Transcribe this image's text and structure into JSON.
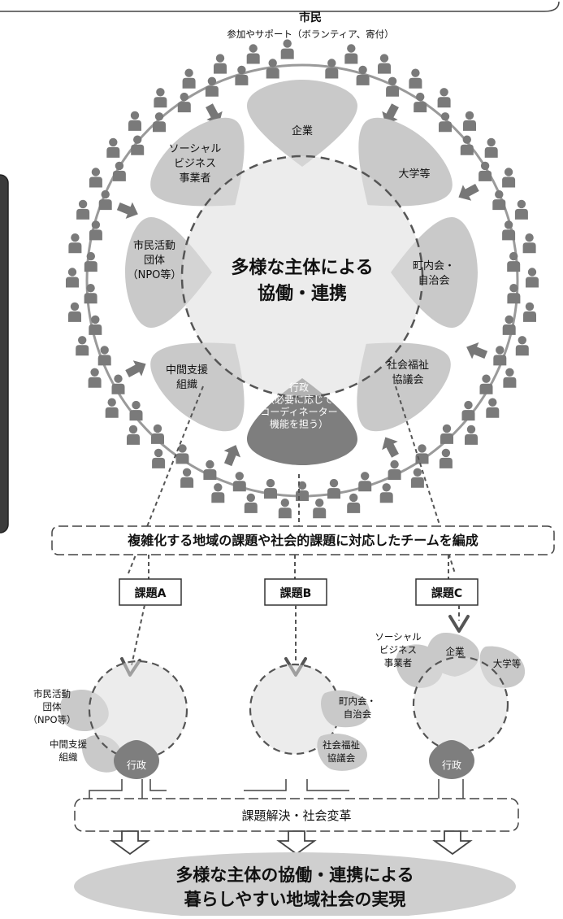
{
  "citizen": {
    "title": "市民",
    "subtitle": "参加やサポート（ボランティア、寄付）"
  },
  "center_label": [
    "多様な主体による",
    "協働・連携"
  ],
  "actors": [
    {
      "id": "company",
      "lines": [
        "企業"
      ]
    },
    {
      "id": "university",
      "lines": [
        "大学等"
      ]
    },
    {
      "id": "neighborhood",
      "lines": [
        "町内会・",
        "自治会"
      ]
    },
    {
      "id": "social-welfare",
      "lines": [
        "社会福祉",
        "協議会"
      ]
    },
    {
      "id": "government",
      "lines": [
        "行政",
        "（必要に応じて",
        "コーディネーター",
        "機能を担う）"
      ]
    },
    {
      "id": "intermediary",
      "lines": [
        "中間支援",
        "組織"
      ]
    },
    {
      "id": "npo",
      "lines": [
        "市民活動",
        "団体",
        "（NPO等）"
      ]
    },
    {
      "id": "social-business",
      "lines": [
        "ソーシャル",
        "ビジネス",
        "事業者"
      ]
    }
  ],
  "team_bar": "複雑化する地域の課題や社会的課題に対応したチームを編成",
  "tasks": [
    "課題A",
    "課題B",
    "課題C"
  ],
  "team_a": {
    "npo": [
      "市民活動",
      "団体",
      "（NPO等）"
    ],
    "intermediary": [
      "中間支援",
      "組織"
    ],
    "government": "行政"
  },
  "team_b": {
    "neighborhood": [
      "町内会・",
      "自治会"
    ],
    "social_welfare": [
      "社会福祉",
      "協議会"
    ]
  },
  "team_c": {
    "social_business": [
      "ソーシャル",
      "ビジネス",
      "事業者"
    ],
    "company": "企業",
    "university": "大学等",
    "government": "行政"
  },
  "solution_bar": "課題解決・社会変革",
  "outcome": [
    "多様な主体の協働・連携による",
    "暮らしやすい地域社会の実現"
  ],
  "colors": {
    "petal": "#c9c9c9",
    "center": "#dcdcdc",
    "overlap": "#a9a9a9",
    "government": "#7e7e7e",
    "person": "#7a7a7a",
    "outcome": "#cfcfcf",
    "panel": "#3b3b3b"
  }
}
